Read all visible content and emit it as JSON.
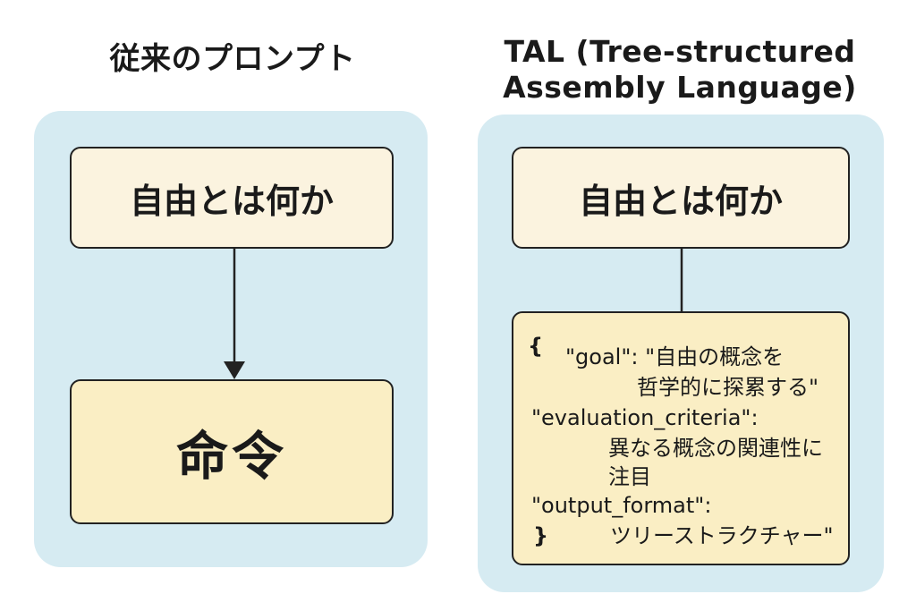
{
  "left": {
    "heading": "従来のプロンプト",
    "top_box": "自由とは何か",
    "bottom_box": "命令"
  },
  "right": {
    "heading_line1": "TAL (Tree-structured",
    "heading_line2": "Assembly Language)",
    "top_box": "自由とは何か",
    "code": {
      "open_brace": "{",
      "goal_key": "\"goal\": \"自由の概念を",
      "goal_value_cont": "哲学的に探累する\"",
      "criteria_key": "\"evaluation_criteria\":",
      "criteria_value_1": "異なる概念の関連性に",
      "criteria_value_2": "注目",
      "format_key": "\"output_format\":",
      "close_brace": "}",
      "format_value": "ツリーストラクチャー\""
    }
  },
  "colors": {
    "panel": "#d6ebf2",
    "box_light": "#fbf3df",
    "box_accent": "#faeec4",
    "stroke": "#222222"
  }
}
